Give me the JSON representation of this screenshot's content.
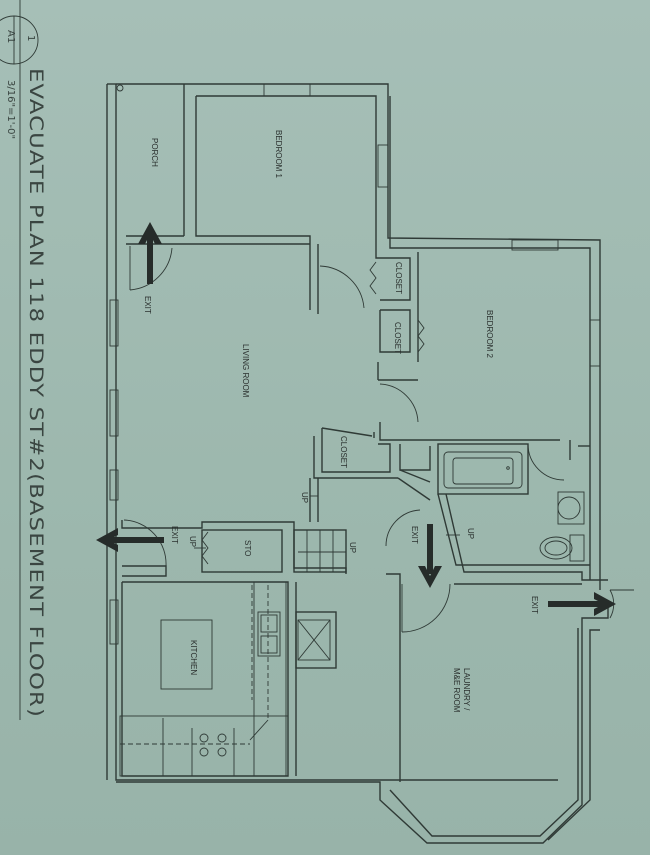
{
  "title_block": {
    "detail_number": "1",
    "sheet_number": "A1",
    "scale": "3/16\"=1'-0\"",
    "title": "EVACUATE PLAN 118 EDDY ST#2(BASEMENT FLOOR)"
  },
  "rooms": {
    "porch": "PORCH",
    "bedroom1": "BEDROOM 1",
    "bedroom2": "BEDROOM 2",
    "closet_a": "CLOSET",
    "closet_b": "CLOSET",
    "closet_c": "CLOSET",
    "living_room": "LIVING ROOM",
    "storage": "STO",
    "kitchen": "KITCHEN",
    "laundry_line1": "LAUNDRY /",
    "laundry_line2": "M&E ROOM"
  },
  "exits": [
    {
      "label": "EXIT",
      "direction": "up",
      "location": "porch"
    },
    {
      "label": "EXIT",
      "direction": "left",
      "location": "kitchen side door"
    },
    {
      "label": "EXIT",
      "direction": "down",
      "location": "hall to laundry"
    },
    {
      "label": "EXIT",
      "direction": "right",
      "location": "laundry"
    }
  ],
  "stair_labels": {
    "up_living": "UP",
    "up_entry": "UP",
    "up_stair": "UP",
    "up_bath": "UP"
  },
  "colors": {
    "paper": "#a6bfb7",
    "ink": "#2f3a36",
    "arrow": "#262c2a"
  }
}
